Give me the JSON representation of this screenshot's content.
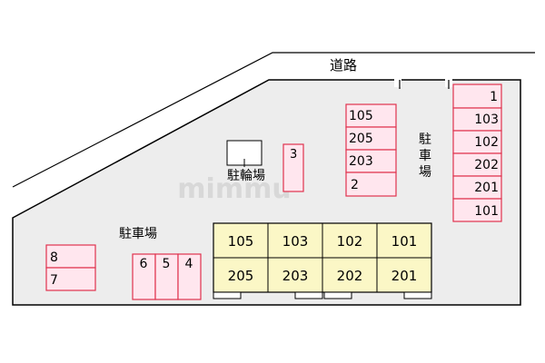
{
  "road": {
    "label": "道路"
  },
  "parking": {
    "label_center": "駐車場",
    "label_right": "駐車場"
  },
  "bike_parking": {
    "label": "駐輪場"
  },
  "watermark": "mimmu",
  "spaces": {
    "right_column": [
      "1",
      "103",
      "102",
      "202",
      "201",
      "101"
    ],
    "middle_column": [
      "105",
      "205",
      "203",
      "2"
    ],
    "small": "3",
    "left_pair": [
      "8",
      "7"
    ],
    "bottom_row": [
      "6",
      "5",
      "4"
    ]
  },
  "building": {
    "top_row": [
      "105",
      "103",
      "102",
      "101"
    ],
    "bottom_row": [
      "205",
      "203",
      "202",
      "201"
    ]
  },
  "colors": {
    "parking_fill": "#ffe6ee",
    "parking_stroke": "#e0334e",
    "building_fill": "#fbf7c6",
    "lot_fill": "#ededed",
    "line": "#000000"
  }
}
